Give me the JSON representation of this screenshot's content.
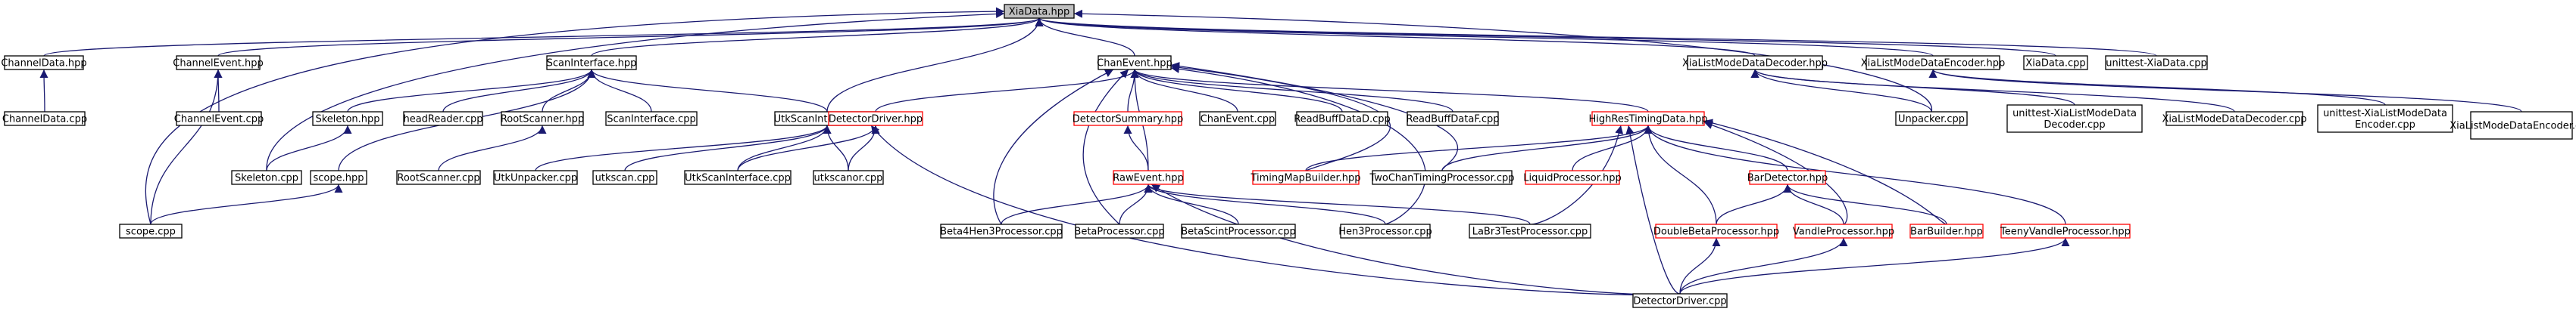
{
  "colors": {
    "edge": "#191970",
    "node_border": "#000000",
    "node_fill": "#ffffff",
    "missing_border": "#ff0000",
    "root_fill": "#bfbfbf",
    "text": "#000000"
  },
  "graph": {
    "nodes": [
      {
        "id": "xiadata_hpp",
        "lines": [
          "XiaData.hpp"
        ],
        "kind": "root"
      },
      {
        "id": "channeldata_hpp",
        "lines": [
          "ChannelData.hpp"
        ],
        "kind": "normal"
      },
      {
        "id": "channelevent_hpp",
        "lines": [
          "ChannelEvent.hpp"
        ],
        "kind": "normal"
      },
      {
        "id": "scaninterface_hpp",
        "lines": [
          "ScanInterface.hpp"
        ],
        "kind": "normal"
      },
      {
        "id": "chanevent_hpp",
        "lines": [
          "ChanEvent.hpp"
        ],
        "kind": "normal"
      },
      {
        "id": "xialistmodedatadecoder_hpp",
        "lines": [
          "XiaListModeDataDecoder.hpp"
        ],
        "kind": "normal"
      },
      {
        "id": "xialistmodedataencoder_hpp",
        "lines": [
          "XiaListModeDataEncoder.hpp"
        ],
        "kind": "normal"
      },
      {
        "id": "xiadata_cpp",
        "lines": [
          "XiaData.cpp"
        ],
        "kind": "normal"
      },
      {
        "id": "unittest_xiadata_cpp",
        "lines": [
          "unittest-XiaData.cpp"
        ],
        "kind": "normal"
      },
      {
        "id": "channeldata_cpp",
        "lines": [
          "ChannelData.cpp"
        ],
        "kind": "normal"
      },
      {
        "id": "channelevent_cpp",
        "lines": [
          "ChannelEvent.cpp"
        ],
        "kind": "normal"
      },
      {
        "id": "skeleton_hpp",
        "lines": [
          "Skeleton.hpp"
        ],
        "kind": "normal"
      },
      {
        "id": "headreader_cpp",
        "lines": [
          "headReader.cpp"
        ],
        "kind": "normal"
      },
      {
        "id": "rootscanner_hpp",
        "lines": [
          "RootScanner.hpp"
        ],
        "kind": "normal"
      },
      {
        "id": "scaninterface_cpp",
        "lines": [
          "ScanInterface.cpp"
        ],
        "kind": "normal"
      },
      {
        "id": "utkscaninterface_hpp",
        "lines": [
          "UtkScanInterface.hpp"
        ],
        "kind": "normal"
      },
      {
        "id": "detectordriver_hpp",
        "lines": [
          "DetectorDriver.hpp"
        ],
        "kind": "missing"
      },
      {
        "id": "detectorsummary_hpp",
        "lines": [
          "DetectorSummary.hpp"
        ],
        "kind": "missing"
      },
      {
        "id": "chanevent_cpp",
        "lines": [
          "ChanEvent.cpp"
        ],
        "kind": "normal"
      },
      {
        "id": "readbuffdatad_cpp",
        "lines": [
          "ReadBuffDataD.cpp"
        ],
        "kind": "normal"
      },
      {
        "id": "readbuffdataf_cpp",
        "lines": [
          "ReadBuffDataF.cpp"
        ],
        "kind": "normal"
      },
      {
        "id": "highrestimingdata_hpp",
        "lines": [
          "HighResTimingData.hpp"
        ],
        "kind": "missing"
      },
      {
        "id": "unpacker_cpp",
        "lines": [
          "Unpacker.cpp"
        ],
        "kind": "normal"
      },
      {
        "id": "unittest_decoder_cpp",
        "lines": [
          "unittest-XiaListModeData",
          "Decoder.cpp"
        ],
        "kind": "normal"
      },
      {
        "id": "xialistmodedatadecoder_cpp",
        "lines": [
          "XiaListModeDataDecoder.cpp"
        ],
        "kind": "normal"
      },
      {
        "id": "unittest_encoder_cpp",
        "lines": [
          "unittest-XiaListModeData",
          "Encoder.cpp"
        ],
        "kind": "normal"
      },
      {
        "id": "xialistmodedataencoder_cpp",
        "lines": [
          "XiaListModeDataEncoder.cpp"
        ],
        "kind": "normal"
      },
      {
        "id": "skeleton_cpp",
        "lines": [
          "Skeleton.cpp"
        ],
        "kind": "normal"
      },
      {
        "id": "scope_hpp",
        "lines": [
          "scope.hpp"
        ],
        "kind": "normal"
      },
      {
        "id": "rootscanner_cpp",
        "lines": [
          "RootScanner.cpp"
        ],
        "kind": "normal"
      },
      {
        "id": "utkunpacker_cpp",
        "lines": [
          "UtkUnpacker.cpp"
        ],
        "kind": "normal"
      },
      {
        "id": "utkscan_cpp",
        "lines": [
          "utkscan.cpp"
        ],
        "kind": "normal"
      },
      {
        "id": "utkscaninterface_cpp",
        "lines": [
          "UtkScanInterface.cpp"
        ],
        "kind": "normal"
      },
      {
        "id": "utkscanor_cpp",
        "lines": [
          "utkscanor.cpp"
        ],
        "kind": "normal"
      },
      {
        "id": "rawevent_hpp",
        "lines": [
          "RawEvent.hpp"
        ],
        "kind": "missing"
      },
      {
        "id": "timingmapbuilder_hpp",
        "lines": [
          "TimingMapBuilder.hpp"
        ],
        "kind": "missing"
      },
      {
        "id": "twochantimingprocessor_cpp",
        "lines": [
          "TwoChanTimingProcessor.cpp"
        ],
        "kind": "normal"
      },
      {
        "id": "liquidprocessor_hpp",
        "lines": [
          "LiquidProcessor.hpp"
        ],
        "kind": "missing"
      },
      {
        "id": "bardetector_hpp",
        "lines": [
          "BarDetector.hpp"
        ],
        "kind": "missing"
      },
      {
        "id": "scope_cpp",
        "lines": [
          "scope.cpp"
        ],
        "kind": "normal"
      },
      {
        "id": "beta4hen3processor_cpp",
        "lines": [
          "Beta4Hen3Processor.cpp"
        ],
        "kind": "normal"
      },
      {
        "id": "betaprocessor_cpp",
        "lines": [
          "BetaProcessor.cpp"
        ],
        "kind": "normal"
      },
      {
        "id": "betascintprocessor_cpp",
        "lines": [
          "BetaScintProcessor.cpp"
        ],
        "kind": "normal"
      },
      {
        "id": "hen3processor_cpp",
        "lines": [
          "Hen3Processor.cpp"
        ],
        "kind": "normal"
      },
      {
        "id": "labr3testprocessor_cpp",
        "lines": [
          "LaBr3TestProcessor.cpp"
        ],
        "kind": "normal"
      },
      {
        "id": "doublebetaprocessor_hpp",
        "lines": [
          "DoubleBetaProcessor.hpp"
        ],
        "kind": "missing"
      },
      {
        "id": "vandleprocessor_hpp",
        "lines": [
          "VandleProcessor.hpp"
        ],
        "kind": "missing"
      },
      {
        "id": "barbuilder_hpp",
        "lines": [
          "BarBuilder.hpp"
        ],
        "kind": "missing"
      },
      {
        "id": "teenyvandleprocessor_hpp",
        "lines": [
          "TeenyVandleProcessor.hpp"
        ],
        "kind": "missing"
      },
      {
        "id": "detectordriver_cpp",
        "lines": [
          "DetectorDriver.cpp"
        ],
        "kind": "normal"
      }
    ],
    "edges": [
      [
        "xiadata_hpp",
        "channeldata_hpp"
      ],
      [
        "xiadata_hpp",
        "channelevent_hpp"
      ],
      [
        "xiadata_hpp",
        "scaninterface_hpp"
      ],
      [
        "xiadata_hpp",
        "chanevent_hpp"
      ],
      [
        "xiadata_hpp",
        "xialistmodedatadecoder_hpp"
      ],
      [
        "xiadata_hpp",
        "xialistmodedataencoder_hpp"
      ],
      [
        "xiadata_hpp",
        "xiadata_cpp"
      ],
      [
        "xiadata_hpp",
        "unittest_xiadata_cpp"
      ],
      [
        "xiadata_hpp",
        "scope_cpp"
      ],
      [
        "xiadata_hpp",
        "skeleton_cpp"
      ],
      [
        "xiadata_hpp",
        "utkscaninterface_hpp"
      ],
      [
        "xiadata_hpp",
        "unpacker_cpp"
      ],
      [
        "channeldata_hpp",
        "channeldata_cpp"
      ],
      [
        "channelevent_hpp",
        "channelevent_cpp"
      ],
      [
        "channelevent_hpp",
        "scope_cpp"
      ],
      [
        "scaninterface_hpp",
        "skeleton_hpp"
      ],
      [
        "scaninterface_hpp",
        "headreader_cpp"
      ],
      [
        "scaninterface_hpp",
        "rootscanner_hpp"
      ],
      [
        "scaninterface_hpp",
        "scaninterface_cpp"
      ],
      [
        "scaninterface_hpp",
        "utkscaninterface_hpp"
      ],
      [
        "scaninterface_hpp",
        "scope_hpp"
      ],
      [
        "skeleton_hpp",
        "skeleton_cpp"
      ],
      [
        "rootscanner_hpp",
        "rootscanner_cpp"
      ],
      [
        "scope_hpp",
        "scope_cpp"
      ],
      [
        "utkscaninterface_hpp",
        "utkunpacker_cpp"
      ],
      [
        "utkscaninterface_hpp",
        "utkscan_cpp"
      ],
      [
        "utkscaninterface_hpp",
        "utkscaninterface_cpp"
      ],
      [
        "utkscaninterface_hpp",
        "utkscanor_cpp"
      ],
      [
        "chanevent_hpp",
        "detectordriver_hpp"
      ],
      [
        "chanevent_hpp",
        "detectorsummary_hpp"
      ],
      [
        "chanevent_hpp",
        "chanevent_cpp"
      ],
      [
        "chanevent_hpp",
        "readbuffdatad_cpp"
      ],
      [
        "chanevent_hpp",
        "readbuffdataf_cpp"
      ],
      [
        "chanevent_hpp",
        "highrestimingdata_hpp"
      ],
      [
        "chanevent_hpp",
        "rawevent_hpp"
      ],
      [
        "chanevent_hpp",
        "beta4hen3processor_cpp"
      ],
      [
        "chanevent_hpp",
        "betaprocessor_cpp"
      ],
      [
        "chanevent_hpp",
        "hen3processor_cpp"
      ],
      [
        "chanevent_hpp",
        "timingmapbuilder_hpp"
      ],
      [
        "chanevent_hpp",
        "twochantimingprocessor_cpp"
      ],
      [
        "detectordriver_hpp",
        "utkscaninterface_cpp"
      ],
      [
        "detectordriver_hpp",
        "utkscanor_cpp"
      ],
      [
        "detectordriver_hpp",
        "detectordriver_cpp"
      ],
      [
        "detectorsummary_hpp",
        "rawevent_hpp"
      ],
      [
        "rawevent_hpp",
        "beta4hen3processor_cpp"
      ],
      [
        "rawevent_hpp",
        "betaprocessor_cpp"
      ],
      [
        "rawevent_hpp",
        "betascintprocessor_cpp"
      ],
      [
        "rawevent_hpp",
        "hen3processor_cpp"
      ],
      [
        "rawevent_hpp",
        "labr3testprocessor_cpp"
      ],
      [
        "rawevent_hpp",
        "detectordriver_cpp"
      ],
      [
        "highrestimingdata_hpp",
        "timingmapbuilder_hpp"
      ],
      [
        "highrestimingdata_hpp",
        "twochantimingprocessor_cpp"
      ],
      [
        "highrestimingdata_hpp",
        "liquidprocessor_hpp"
      ],
      [
        "highrestimingdata_hpp",
        "bardetector_hpp"
      ],
      [
        "highrestimingdata_hpp",
        "doublebetaprocessor_hpp"
      ],
      [
        "highrestimingdata_hpp",
        "vandleprocessor_hpp"
      ],
      [
        "highrestimingdata_hpp",
        "barbuilder_hpp"
      ],
      [
        "highrestimingdata_hpp",
        "teenyvandleprocessor_hpp"
      ],
      [
        "highrestimingdata_hpp",
        "labr3testprocessor_cpp"
      ],
      [
        "highrestimingdata_hpp",
        "detectordriver_cpp"
      ],
      [
        "bardetector_hpp",
        "doublebetaprocessor_hpp"
      ],
      [
        "bardetector_hpp",
        "vandleprocessor_hpp"
      ],
      [
        "bardetector_hpp",
        "barbuilder_hpp"
      ],
      [
        "doublebetaprocessor_hpp",
        "detectordriver_cpp"
      ],
      [
        "vandleprocessor_hpp",
        "detectordriver_cpp"
      ],
      [
        "teenyvandleprocessor_hpp",
        "detectordriver_cpp"
      ],
      [
        "xialistmodedatadecoder_hpp",
        "unpacker_cpp"
      ],
      [
        "xialistmodedatadecoder_hpp",
        "unittest_decoder_cpp"
      ],
      [
        "xialistmodedatadecoder_hpp",
        "xialistmodedatadecoder_cpp"
      ],
      [
        "xialistmodedataencoder_hpp",
        "unittest_encoder_cpp"
      ],
      [
        "xialistmodedataencoder_hpp",
        "xialistmodedataencoder_cpp"
      ]
    ]
  }
}
